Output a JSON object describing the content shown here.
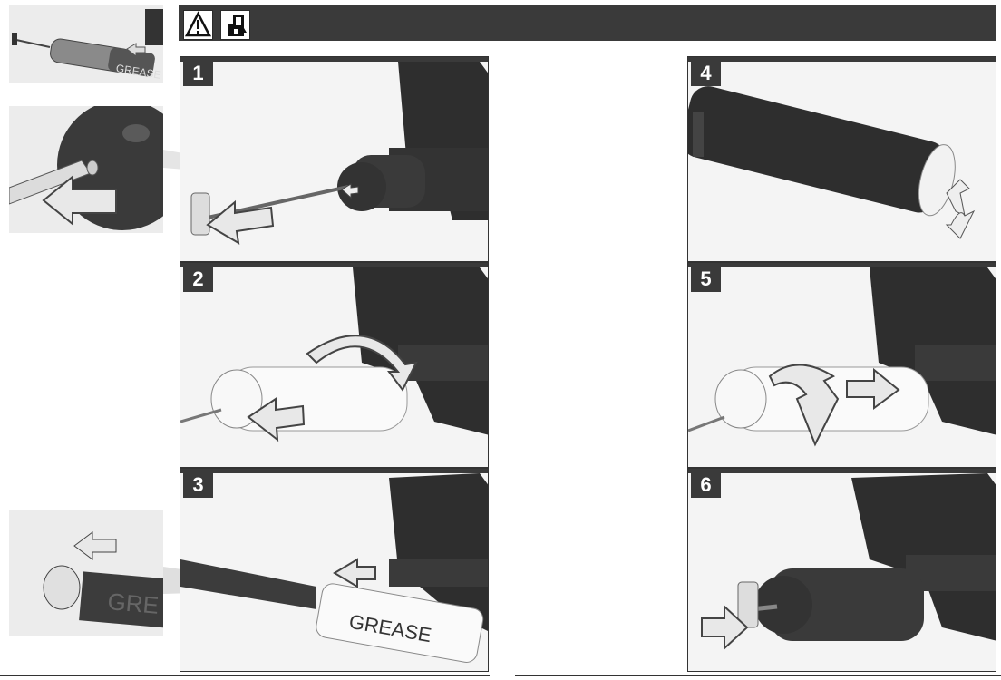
{
  "header": {
    "warning_icon": "warning-triangle-icon",
    "manual_icon": "read-manual-icon"
  },
  "steps": [
    {
      "number": "1"
    },
    {
      "number": "2"
    },
    {
      "number": "3",
      "label": "GREASE"
    },
    {
      "number": "4"
    },
    {
      "number": "5"
    },
    {
      "number": "6"
    }
  ],
  "insets": {
    "top": {
      "label": "GREASE"
    },
    "bottom": {
      "label": "GRE"
    }
  },
  "colors": {
    "header": "#3a3a3a",
    "tool_body": "#2e2e2e",
    "cartridge": "#3c3c3c",
    "arrow_fill": "#e8e8e8"
  }
}
